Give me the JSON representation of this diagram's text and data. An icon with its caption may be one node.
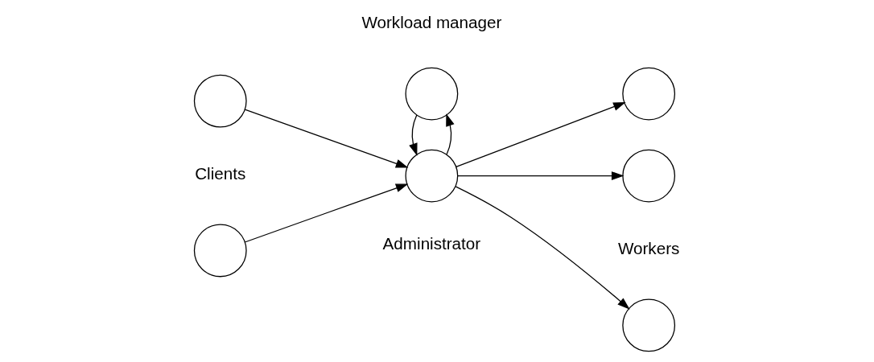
{
  "diagram": {
    "nodes": [
      {
        "text": [],
        "shape": "circle"
      },
      {
        "text": [],
        "shape": "circle"
      },
      {
        "text": [],
        "shape": "circle",
        "beside": [
          "Workload manager"
        ]
      },
      {
        "text": [],
        "shape": "circle",
        "beside": [
          "Administrator"
        ]
      },
      {
        "text": [],
        "shape": "circle"
      },
      {
        "text": [],
        "shape": "circle"
      },
      {
        "text": [],
        "shape": "circle"
      }
    ],
    "edges": [
      {
        "from": 0,
        "to": 3,
        "arrow": "to"
      },
      {
        "from": 1,
        "to": 3,
        "arrow": "to"
      },
      {
        "from": 3,
        "to": 2,
        "arrow": "to"
      },
      {
        "from": 2,
        "to": 3,
        "arrow": "to"
      },
      {
        "from": 3,
        "to": 4,
        "arrow": "to"
      },
      {
        "from": 3,
        "to": 5,
        "arrow": "to"
      },
      {
        "from": 3,
        "to": 6,
        "arrow": "to"
      }
    ],
    "labels": [
      "Clients",
      "Workers"
    ]
  }
}
